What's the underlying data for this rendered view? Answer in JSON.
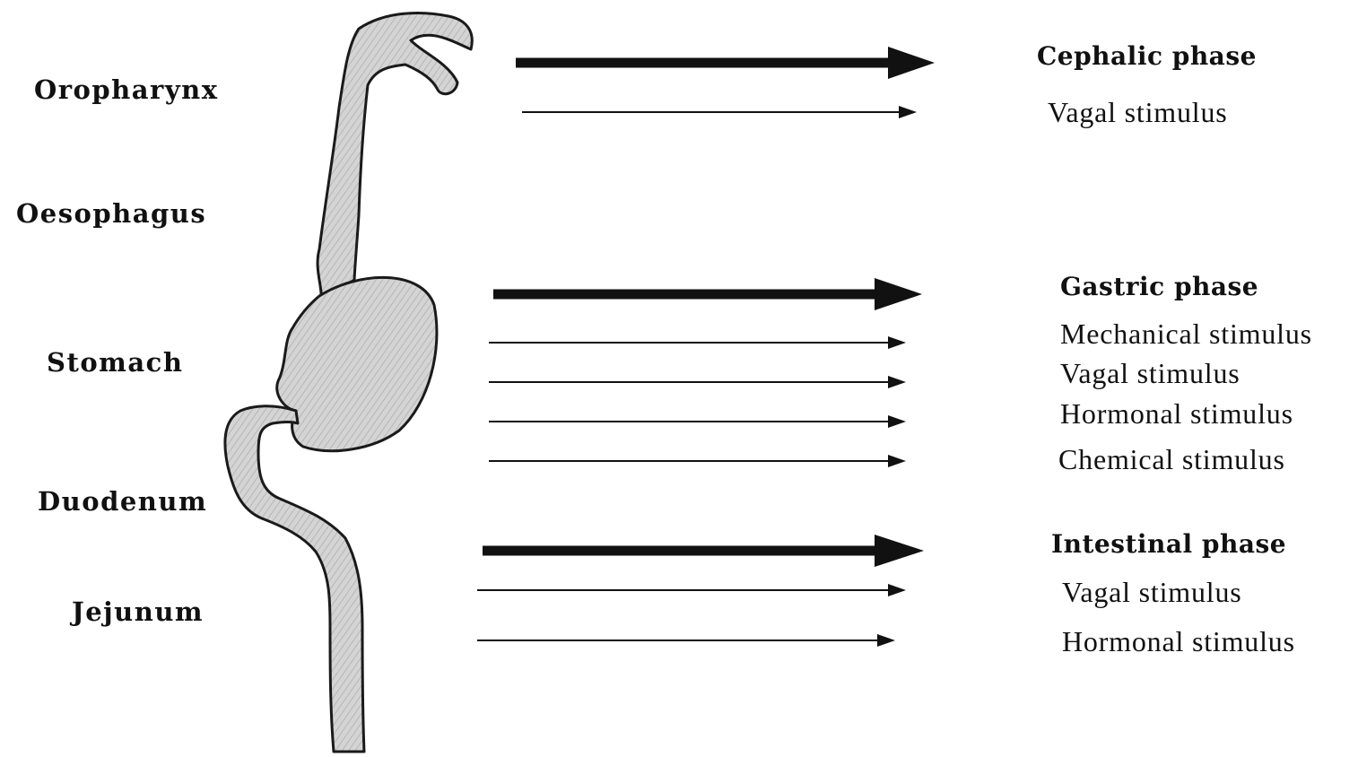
{
  "colors": {
    "organ_fill": "#d2d2d2",
    "organ_outline": "#1a1a1a",
    "arrow": "#111111",
    "text": "#111111"
  },
  "organs": [
    {
      "label": "Oropharynx"
    },
    {
      "label": "Oesophagus"
    },
    {
      "label": "Stomach"
    },
    {
      "label": "Duodenum"
    },
    {
      "label": "Jejunum"
    }
  ],
  "phases": [
    {
      "title": "Cephalic phase",
      "stimuli": [
        "Vagal stimulus"
      ]
    },
    {
      "title": "Gastric phase",
      "stimuli": [
        "Mechanical stimulus",
        "Vagal stimulus",
        "Hormonal stimulus",
        "Chemical stimulus"
      ]
    },
    {
      "title": "Intestinal phase",
      "stimuli": [
        "Vagal stimulus",
        "Hormonal stimulus"
      ]
    }
  ]
}
